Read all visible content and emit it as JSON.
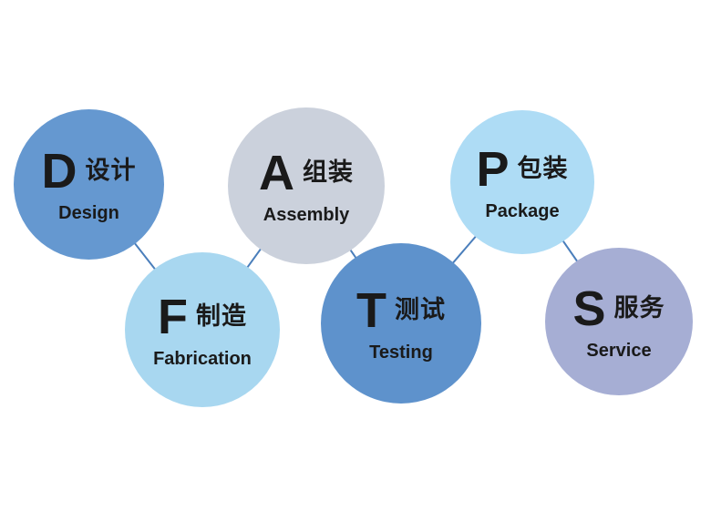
{
  "diagram": {
    "connector_color": "#4a7ebb",
    "text_color": "#1a1a1a",
    "background": "#ffffff",
    "nodes": [
      {
        "letter": "D",
        "label_cn": "设计",
        "label_en": "Design",
        "color": "#6598d0"
      },
      {
        "letter": "F",
        "label_cn": "制造",
        "label_en": "Fabrication",
        "color": "#a8d7f0"
      },
      {
        "letter": "A",
        "label_cn": "组装",
        "label_en": "Assembly",
        "color": "#cbd1dc"
      },
      {
        "letter": "T",
        "label_cn": "测试",
        "label_en": "Testing",
        "color": "#5e92cc"
      },
      {
        "letter": "P",
        "label_cn": "包装",
        "label_en": "Package",
        "color": "#aedcf5"
      },
      {
        "letter": "S",
        "label_cn": "服务",
        "label_en": "Service",
        "color": "#a6aed4"
      }
    ]
  }
}
